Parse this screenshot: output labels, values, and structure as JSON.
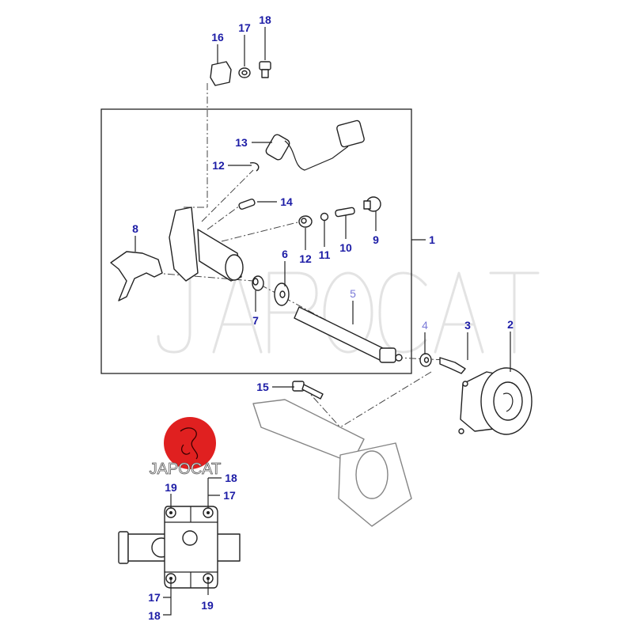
{
  "diagram": {
    "callouts": [
      "1",
      "2",
      "3",
      "4",
      "5",
      "6",
      "7",
      "8",
      "9",
      "10",
      "11",
      "12",
      "12",
      "13",
      "14",
      "15",
      "16",
      "17",
      "18"
    ],
    "inset_callouts": [
      "19",
      "18",
      "17",
      "17",
      "18",
      "19"
    ],
    "watermark": "JAPOCAT",
    "logo_text": "JAPOCAT",
    "colors": {
      "callout": "#1c1ca6",
      "callout_light": "#7a7ad8",
      "logo": "#e02020"
    }
  }
}
